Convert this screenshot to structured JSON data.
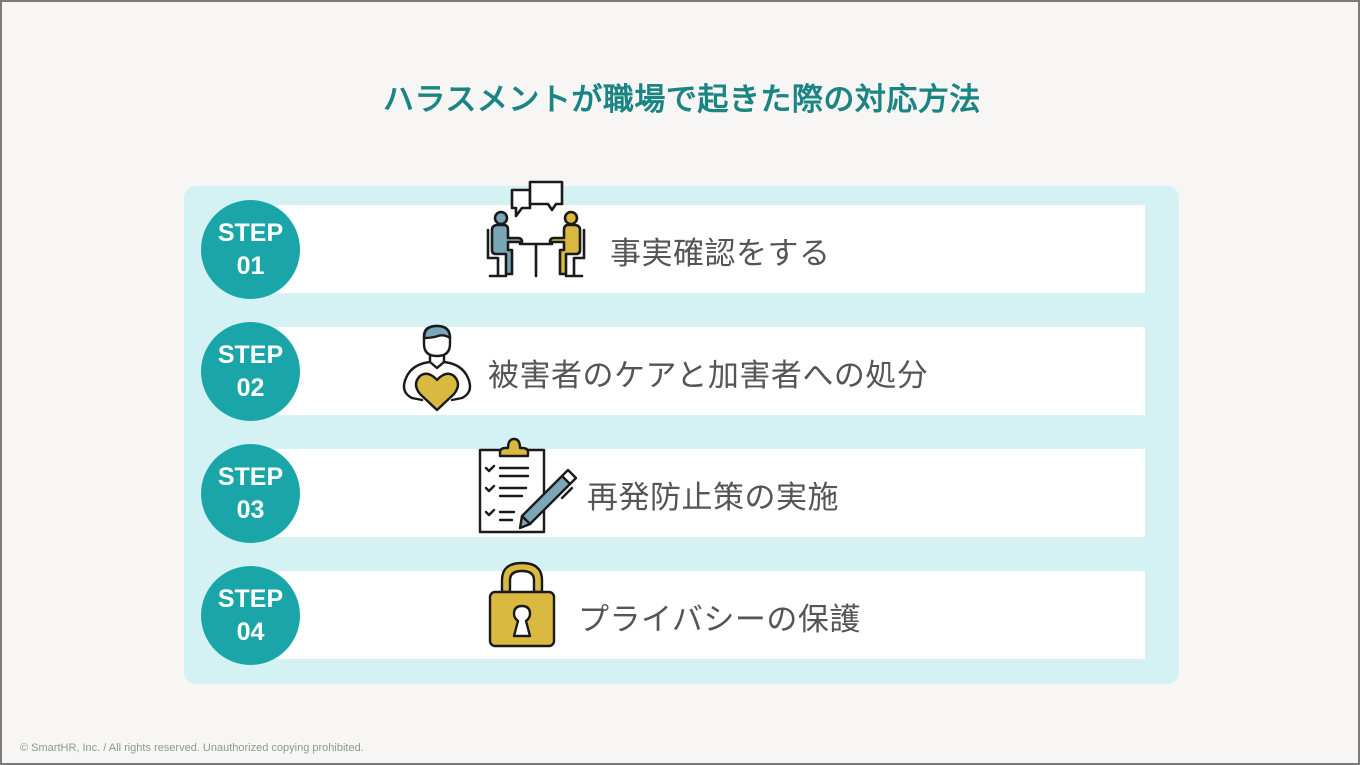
{
  "slide": {
    "title": "ハラスメントが職場で起きた際の対応方法",
    "steps": [
      {
        "badge_line1": "STEP",
        "badge_line2": "01",
        "label": "事実確認をする",
        "icon": "meeting-conversation-icon"
      },
      {
        "badge_line1": "STEP",
        "badge_line2": "02",
        "label": "被害者のケアと加害者への処分",
        "icon": "person-holding-heart-icon"
      },
      {
        "badge_line1": "STEP",
        "badge_line2": "03",
        "label": "再発防止策の実施",
        "icon": "clipboard-checklist-pen-icon"
      },
      {
        "badge_line1": "STEP",
        "badge_line2": "04",
        "label": "プライバシーの保護",
        "icon": "padlock-icon"
      }
    ],
    "footer": "© SmartHR, Inc. / All rights reserved. Unauthorized copying prohibited."
  },
  "colors": {
    "title": "#1b8584",
    "badge": "#1aa6a8",
    "panel": "#d4f2f3",
    "row": "#ffffff",
    "label": "#555555",
    "icon_blue": "#7aa7b8",
    "icon_gold": "#d9b93f",
    "background": "#f7f6f4"
  }
}
